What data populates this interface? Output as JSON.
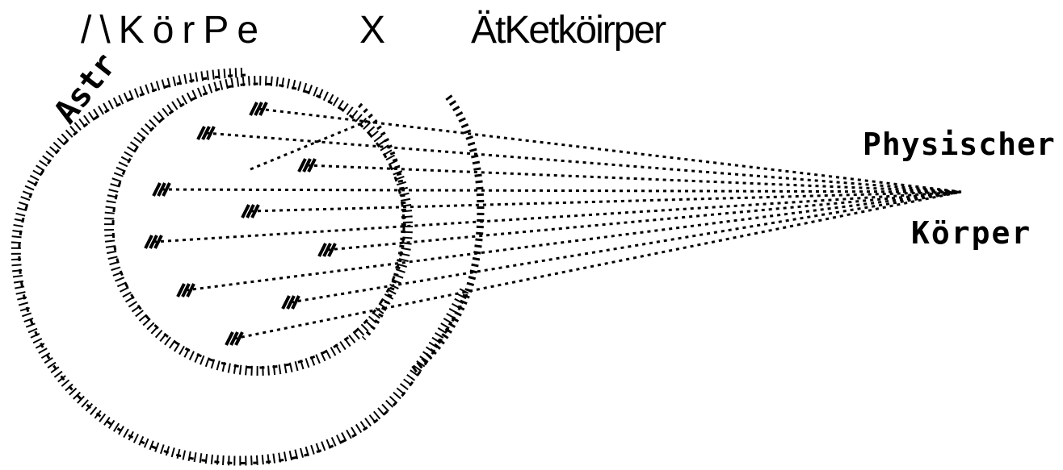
{
  "header": {
    "left": "/\\KörPe",
    "middle": "X",
    "right": "ÄtKetköirper"
  },
  "labels": {
    "physischer": "Physischer",
    "koerper": "Körper",
    "astral_fragment": "Astr"
  },
  "colors": {
    "ink": "#000000",
    "paper": "#ffffff"
  }
}
